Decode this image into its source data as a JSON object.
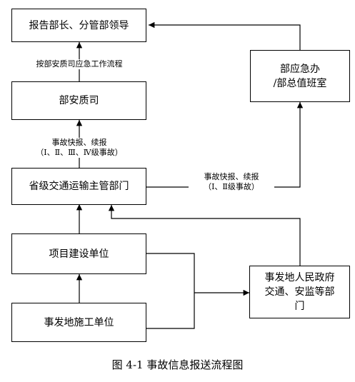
{
  "nodes": {
    "leaders": "报告部长、分管部领导",
    "emergency_office": "部应急办\n/部总值班室",
    "quality_dept": "部安质司",
    "provincial_dept": "省级交通运输主管部门",
    "project_unit": "项目建设单位",
    "construction_unit": "事发地施工单位",
    "local_government": "事发地人民政府\n交通、安监等部\n门"
  },
  "edge_labels": {
    "workflow": "按部安质司应急工作流程",
    "report_left_line1": "事故快报、续报",
    "report_left_line2": "（Ⅰ、Ⅱ、Ⅲ、Ⅳ级事故）",
    "report_right_line1": "事故快报、续报",
    "report_right_line2": "（Ⅰ、Ⅱ级事故）"
  },
  "caption": "图 4-1  事故信息报送流程图"
}
